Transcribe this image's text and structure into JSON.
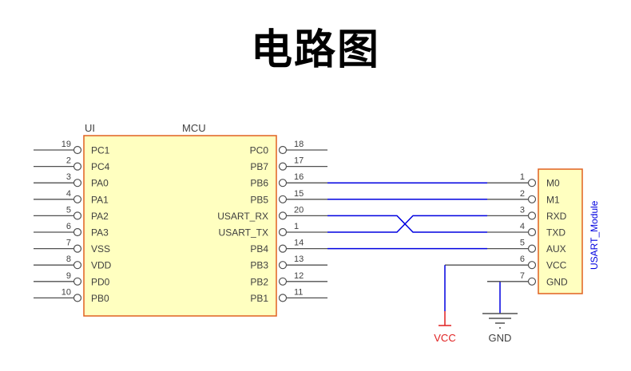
{
  "title": "电路图",
  "colors": {
    "chip_fill": "#FFFFC0",
    "chip_border": "#E06020",
    "wire_gray": "#505050",
    "wire_blue": "#0000E0",
    "text_gray": "#404040",
    "module_label": "#0000E0",
    "vcc": "#E02020"
  },
  "mcu": {
    "designator": "UI",
    "name": "MCU",
    "left_pins": [
      {
        "num": "19",
        "name": "PC1"
      },
      {
        "num": "2",
        "name": "PC4"
      },
      {
        "num": "3",
        "name": "PA0"
      },
      {
        "num": "4",
        "name": "PA1"
      },
      {
        "num": "5",
        "name": "PA2"
      },
      {
        "num": "6",
        "name": "PA3"
      },
      {
        "num": "7",
        "name": "VSS"
      },
      {
        "num": "8",
        "name": "VDD"
      },
      {
        "num": "9",
        "name": "PD0"
      },
      {
        "num": "10",
        "name": "PB0"
      }
    ],
    "right_pins": [
      {
        "num": "18",
        "name": "PC0",
        "connected": false
      },
      {
        "num": "17",
        "name": "PB7",
        "connected": false
      },
      {
        "num": "16",
        "name": "PB6",
        "connected": true
      },
      {
        "num": "15",
        "name": "PB5",
        "connected": true
      },
      {
        "num": "20",
        "name": "USART_RX",
        "connected": true
      },
      {
        "num": "1",
        "name": "USART_TX",
        "connected": true
      },
      {
        "num": "14",
        "name": "PB4",
        "connected": true
      },
      {
        "num": "13",
        "name": "PB3",
        "connected": false
      },
      {
        "num": "12",
        "name": "PB2",
        "connected": false
      },
      {
        "num": "11",
        "name": "PB1",
        "connected": false
      }
    ]
  },
  "module": {
    "name": "USART_Module",
    "pins": [
      {
        "num": "1",
        "name": "M0"
      },
      {
        "num": "2",
        "name": "M1"
      },
      {
        "num": "3",
        "name": "RXD"
      },
      {
        "num": "4",
        "name": "TXD"
      },
      {
        "num": "5",
        "name": "AUX"
      },
      {
        "num": "6",
        "name": "VCC"
      },
      {
        "num": "7",
        "name": "GND"
      }
    ]
  },
  "connections": [
    {
      "from": "MCU.PB6",
      "to": "USART_Module.M0"
    },
    {
      "from": "MCU.PB5",
      "to": "USART_Module.M1"
    },
    {
      "from": "MCU.USART_RX",
      "to": "USART_Module.TXD"
    },
    {
      "from": "MCU.USART_TX",
      "to": "USART_Module.RXD"
    },
    {
      "from": "MCU.PB4",
      "to": "USART_Module.AUX"
    },
    {
      "from": "USART_Module.VCC",
      "to": "VCC"
    },
    {
      "from": "USART_Module.GND",
      "to": "GND"
    }
  ],
  "power": {
    "vcc_label": "VCC",
    "gnd_label": "GND"
  }
}
